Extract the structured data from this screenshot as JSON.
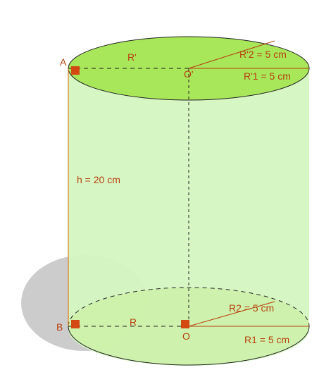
{
  "labels": {
    "point_a": "A",
    "point_b": "B",
    "point_o": "O",
    "point_o_prime": "O'",
    "top_radius": "R'",
    "bottom_radius": "R",
    "height": "h = 20 cm",
    "top_r2": "R'2  = 5 cm",
    "top_r1": "R'1 = 5 cm",
    "bottom_r2": "R2 = 5 cm",
    "bottom_r1": "R1 = 5 cm"
  },
  "colors": {
    "label": "#b8410f",
    "top_face": "#a8e65a",
    "body": "#d4f5c0",
    "bottom_face": "#c8ee9a",
    "shadow": "#cccccc",
    "marker": "#d24a12",
    "line": "#222222"
  }
}
